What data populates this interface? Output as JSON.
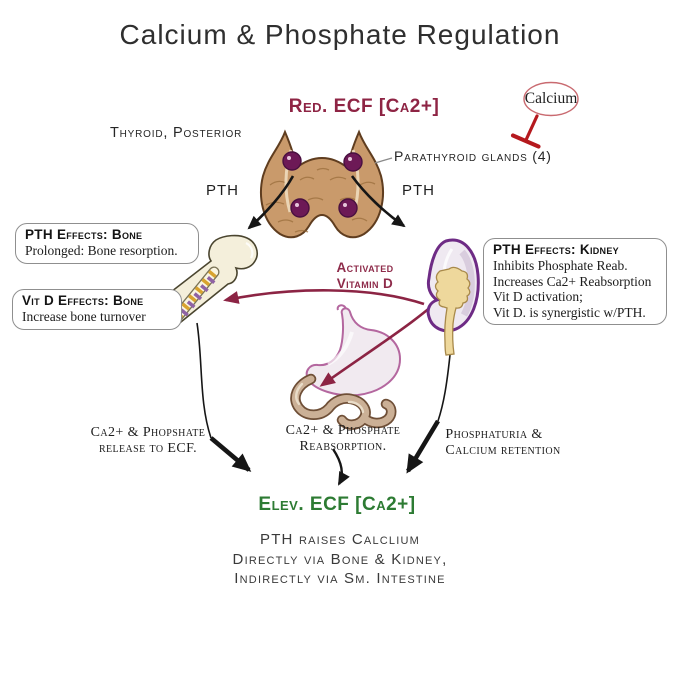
{
  "title": "Calcium & Phosphate Regulation",
  "ecf": {
    "reduced": "Red. ECF  [Ca2+]",
    "elevated": "Elev. ECF  [Ca2+]"
  },
  "calcium_bubble": "Calcium",
  "anatomy_labels": {
    "thyroid": "Thyroid, Posterior",
    "parathyroid": "Parathyroid glands (4)",
    "pth_left": "PTH",
    "pth_right": "PTH",
    "activated_vitamin_d": [
      "Activated",
      "Vitamin D"
    ]
  },
  "boxes": {
    "pth_bone": {
      "heading": "PTH Effects: Bone",
      "body": [
        "Prolonged: Bone resorption."
      ]
    },
    "vitd_bone": {
      "heading": "Vit D Effects: Bone",
      "body": [
        "Increase bone turnover"
      ]
    },
    "pth_kidney": {
      "heading": "PTH Effects: Kidney",
      "body": [
        "Inhibits Phosphate Reab.",
        "Increases Ca2+ Reabsorption",
        "Vit D activation;",
        "Vit D. is synergistic w/PTH."
      ]
    }
  },
  "flow_labels": {
    "bone": [
      "Ca2+ & Phopshate",
      "release to ECF."
    ],
    "intestine": [
      "Ca2+ & Phosphate",
      "Reabsorption."
    ],
    "kidney": [
      "Phosphaturia &",
      "Calcium retention"
    ]
  },
  "summary": [
    "PTH raises Calclium",
    "Directly via Bone & Kidney,",
    "Indirectly via Sm. Intestine"
  ],
  "icons": {
    "thyroid": "thyroid-gland-illustration",
    "parathyroid": "parathyroid-glands-icon",
    "bone": "femur-bone-illustration",
    "kidney": "kidney-illustration",
    "stomach": "stomach-intestine-illustration",
    "calcium_inhibit": "inhibition-tbar-icon"
  },
  "colors": {
    "maroon": "#8e2444",
    "green": "#2d7b33",
    "red": "#b5191e",
    "ink": "#1f1f1f",
    "thyroid_tan": "#c99a6b",
    "parathyroid_purple": "#6d1956",
    "kidney_purple": "#6e2b85",
    "bone_cream": "#f4efdb"
  }
}
